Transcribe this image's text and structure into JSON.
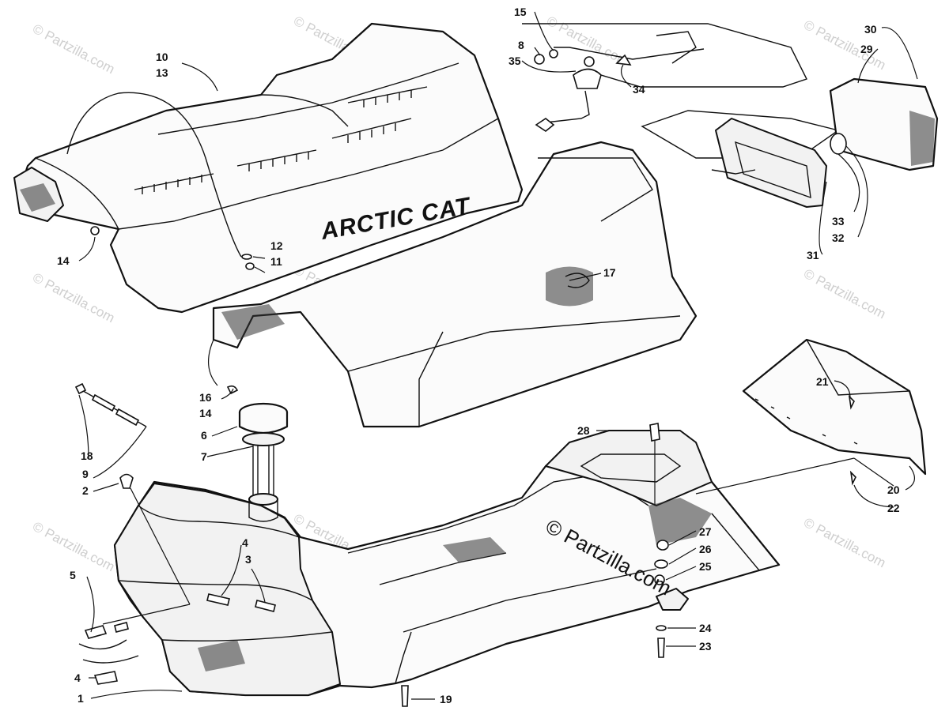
{
  "diagram": {
    "brand_text": "ARCTIC CAT",
    "watermark_main": "© Partzilla.com",
    "watermark_tile": "© Partzilla.com",
    "callouts": [
      {
        "id": "c10",
        "label": "10"
      },
      {
        "id": "c13",
        "label": "13"
      },
      {
        "id": "c14a",
        "label": "14"
      },
      {
        "id": "c12",
        "label": "12"
      },
      {
        "id": "c11",
        "label": "11"
      },
      {
        "id": "c16",
        "label": "16"
      },
      {
        "id": "c14b",
        "label": "14"
      },
      {
        "id": "c6",
        "label": "6"
      },
      {
        "id": "c7",
        "label": "7"
      },
      {
        "id": "c18",
        "label": "18"
      },
      {
        "id": "c9",
        "label": "9"
      },
      {
        "id": "c2",
        "label": "2"
      },
      {
        "id": "c5",
        "label": "5"
      },
      {
        "id": "c4a",
        "label": "4"
      },
      {
        "id": "c3",
        "label": "3"
      },
      {
        "id": "c4b",
        "label": "4"
      },
      {
        "id": "c1",
        "label": "1"
      },
      {
        "id": "c19",
        "label": "19"
      },
      {
        "id": "c15",
        "label": "15"
      },
      {
        "id": "c8",
        "label": "8"
      },
      {
        "id": "c35",
        "label": "35"
      },
      {
        "id": "c34",
        "label": "34"
      },
      {
        "id": "c30",
        "label": "30"
      },
      {
        "id": "c29",
        "label": "29"
      },
      {
        "id": "c33",
        "label": "33"
      },
      {
        "id": "c32",
        "label": "32"
      },
      {
        "id": "c31",
        "label": "31"
      },
      {
        "id": "c17",
        "label": "17"
      },
      {
        "id": "c28",
        "label": "28"
      },
      {
        "id": "c21",
        "label": "21"
      },
      {
        "id": "c20",
        "label": "20"
      },
      {
        "id": "c22",
        "label": "22"
      },
      {
        "id": "c27",
        "label": "27"
      },
      {
        "id": "c26",
        "label": "26"
      },
      {
        "id": "c25",
        "label": "25"
      },
      {
        "id": "c24",
        "label": "24"
      },
      {
        "id": "c23",
        "label": "23"
      }
    ]
  }
}
